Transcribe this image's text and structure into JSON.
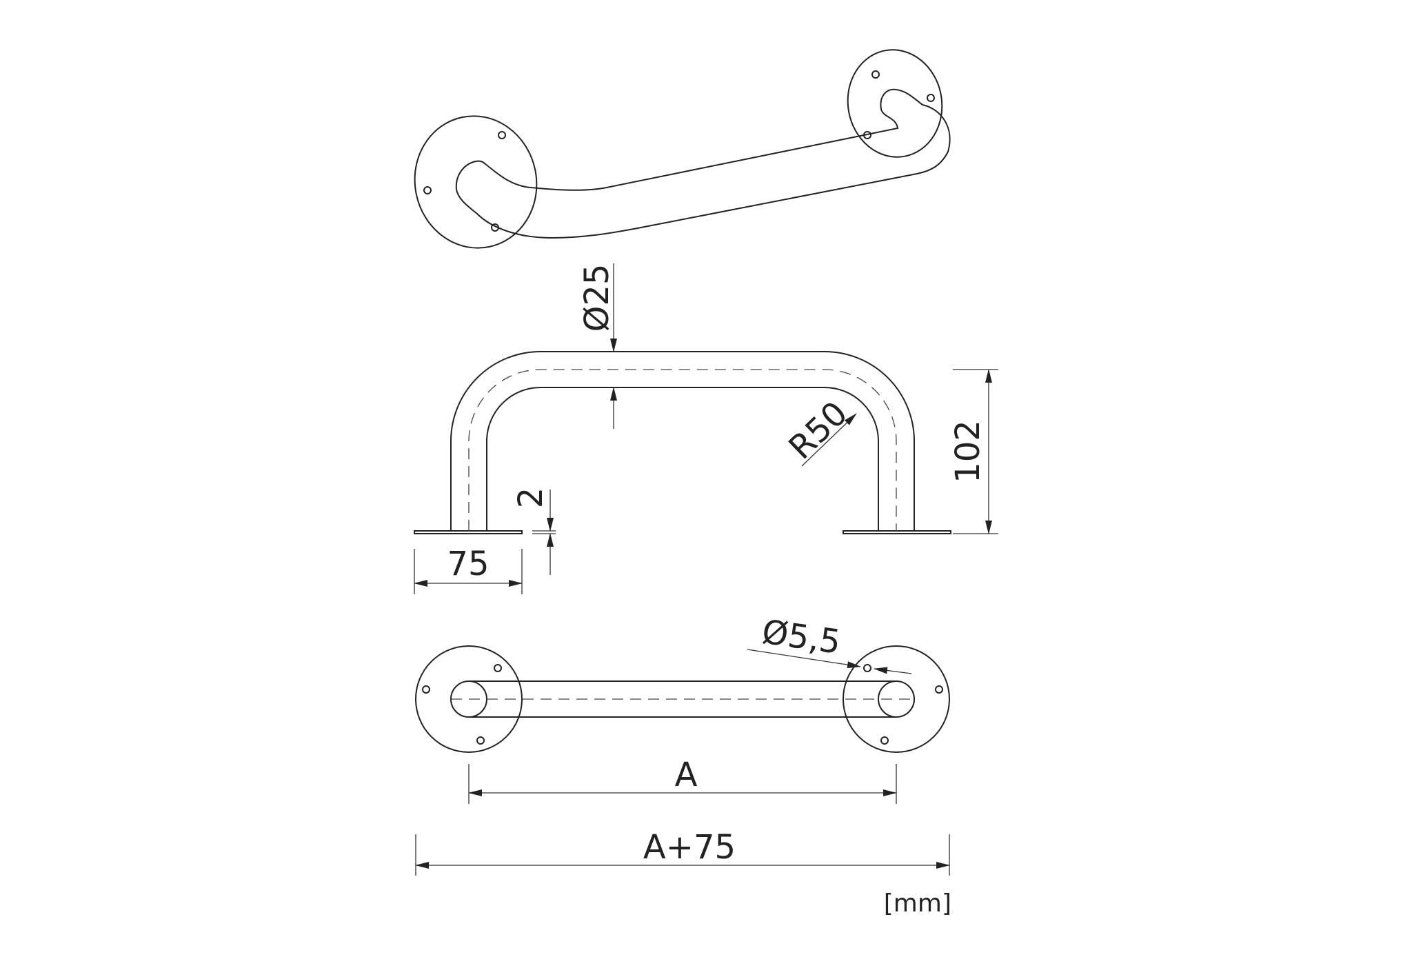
{
  "dimensions": {
    "tube_diameter": "Ø25",
    "bend_radius": "R50",
    "plate_thickness": "2",
    "plate_width": "75",
    "height": "102",
    "hole_diameter": "Ø5,5",
    "center_distance": "A",
    "overall_length": "A+75"
  },
  "unit": "[mm]"
}
